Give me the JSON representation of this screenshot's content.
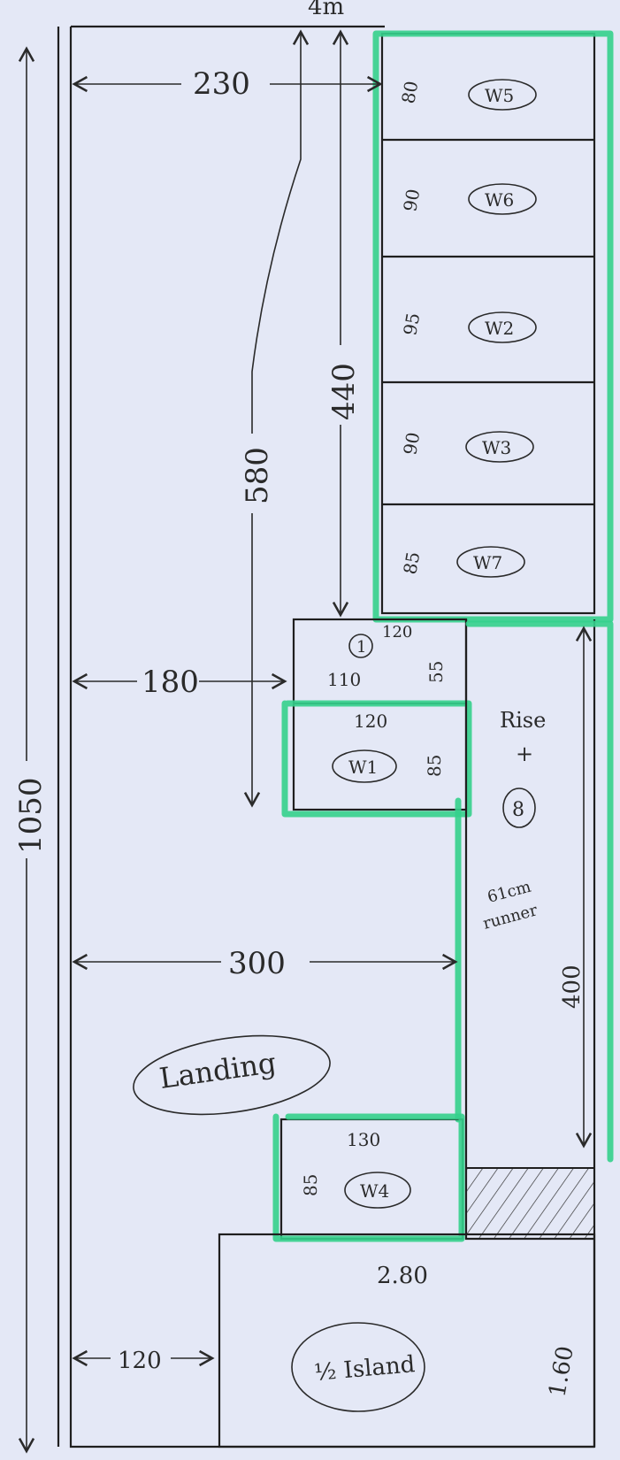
{
  "dimensions": {
    "top_width": "230",
    "height_580": "580",
    "height_440": "440",
    "left_180": "180",
    "mid_300": "300",
    "total_height": "1050",
    "runner_length": "400",
    "bottom_left": "120",
    "top_mark": "4m"
  },
  "wardrobes": [
    {
      "id": "W5",
      "depth": "80"
    },
    {
      "id": "W6",
      "depth": "90"
    },
    {
      "id": "W2",
      "depth": "95"
    },
    {
      "id": "W3",
      "depth": "90"
    },
    {
      "id": "W7",
      "depth": "85"
    }
  ],
  "unit1": {
    "marker": "1",
    "width": "120",
    "left": "110",
    "depth": "55"
  },
  "w1": {
    "id": "W1",
    "width": "120",
    "depth": "85"
  },
  "w4": {
    "id": "W4",
    "width": "130",
    "depth": "85"
  },
  "stairs": {
    "line1": "Rise",
    "plus": "+",
    "count": "8",
    "runner_line1": "61cm",
    "runner_line2": "runner"
  },
  "landing": {
    "label": "Landing"
  },
  "island": {
    "label": "½ Island",
    "width": "2.80",
    "depth": "1.60"
  }
}
